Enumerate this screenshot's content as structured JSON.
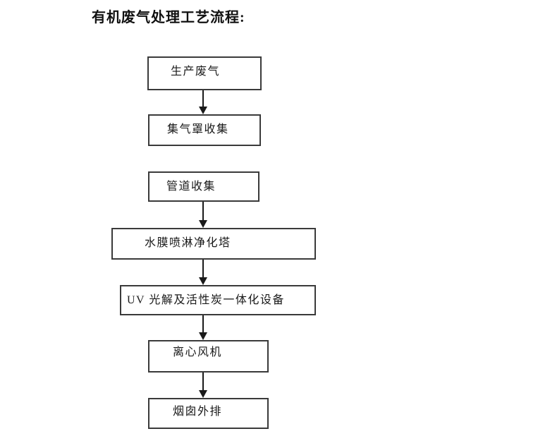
{
  "title": "有机废气处理工艺流程:",
  "flowchart": {
    "nodes": [
      {
        "id": "production-waste-gas",
        "label": "生产废气"
      },
      {
        "id": "gas-hood-collection",
        "label": "集气罩收集"
      },
      {
        "id": "pipeline-collection",
        "label": "管道收集"
      },
      {
        "id": "water-film-spray-tower",
        "label": "水膜喷淋净化塔"
      },
      {
        "id": "uv-activated-carbon-unit",
        "label": "UV 光解及活性炭一体化设备"
      },
      {
        "id": "centrifugal-fan",
        "label": "离心风机"
      },
      {
        "id": "chimney-discharge",
        "label": "烟囱外排"
      }
    ],
    "connections": [
      {
        "from": "production-waste-gas",
        "to": "gas-hood-collection",
        "arrow": true
      },
      {
        "from": "gas-hood-collection",
        "to": "pipeline-collection",
        "arrow": false
      },
      {
        "from": "pipeline-collection",
        "to": "water-film-spray-tower",
        "arrow": true
      },
      {
        "from": "water-film-spray-tower",
        "to": "uv-activated-carbon-unit",
        "arrow": true
      },
      {
        "from": "uv-activated-carbon-unit",
        "to": "centrifugal-fan",
        "arrow": true
      },
      {
        "from": "centrifugal-fan",
        "to": "chimney-discharge",
        "arrow": true
      }
    ],
    "colors": {
      "background": "#ffffff",
      "border": "#3a3a3a",
      "text": "#1a1a1a",
      "arrow": "#1a1a1a"
    }
  }
}
